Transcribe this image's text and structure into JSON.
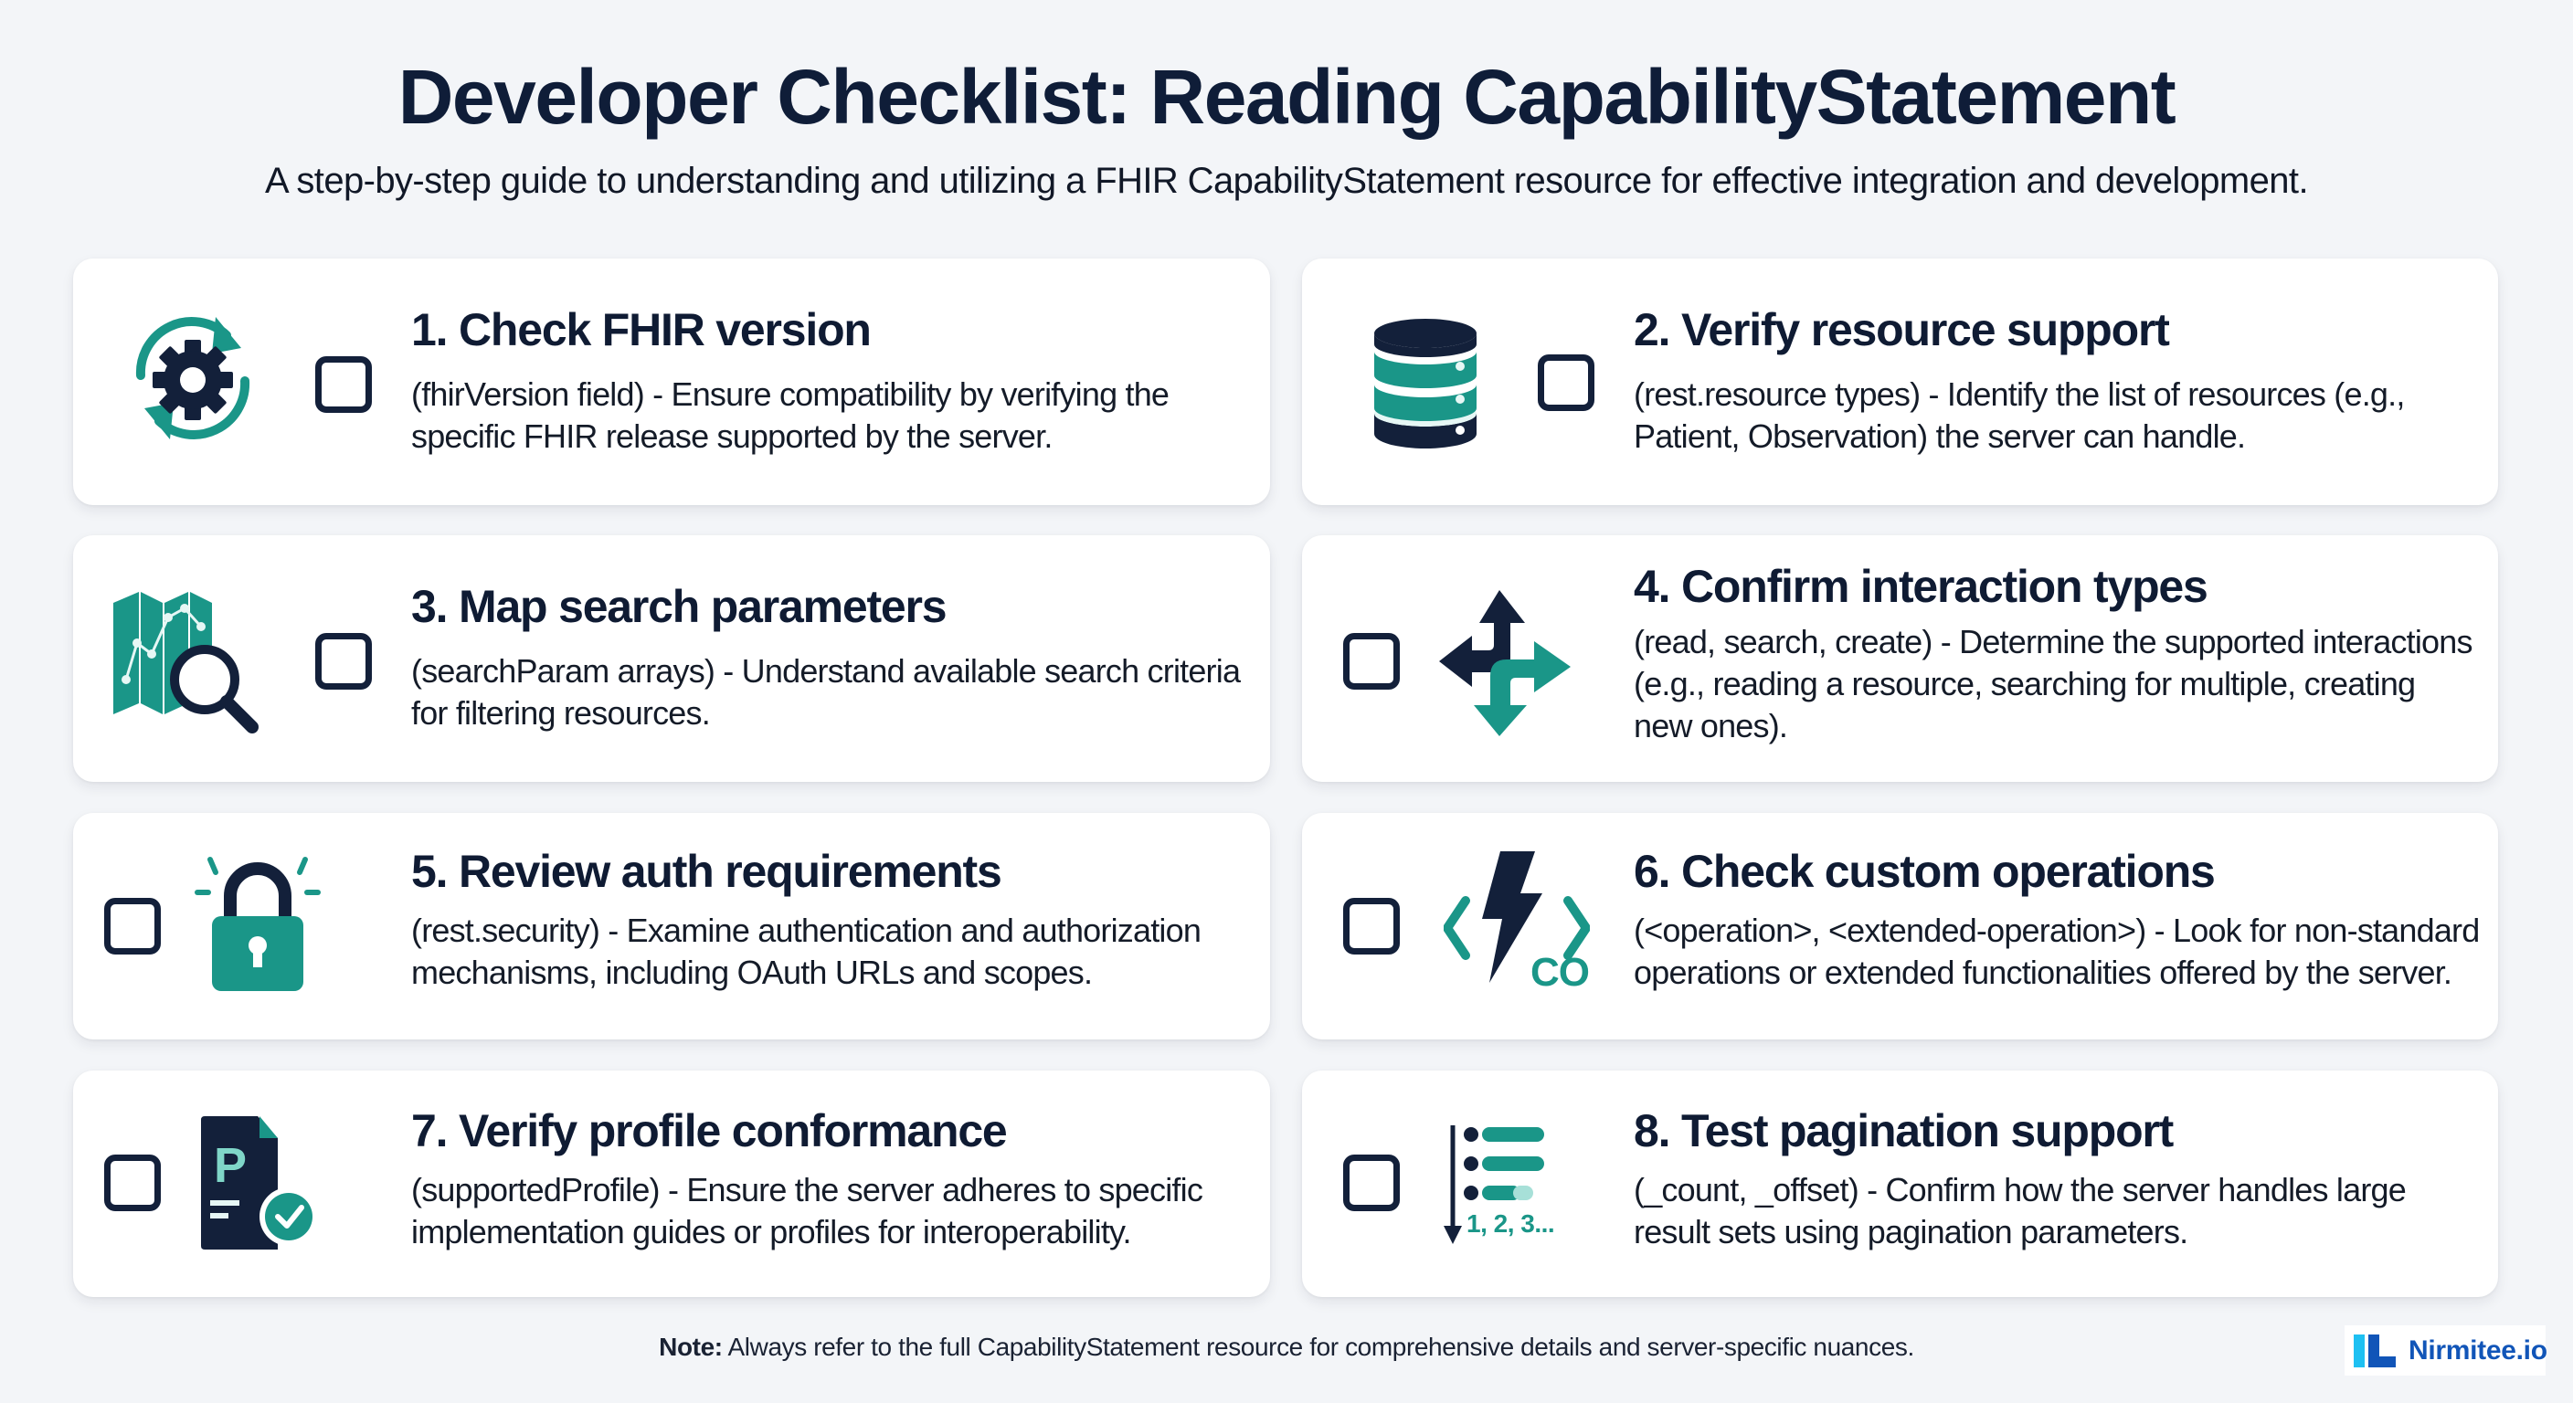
{
  "header": {
    "title": "Developer Checklist: Reading CapabilityStatement",
    "subtitle": "A step-by-step guide to understanding and utilizing a FHIR CapabilityStatement resource for effective integration and development."
  },
  "colors": {
    "navy": "#13203a",
    "teal": "#1a9688",
    "background": "#f3f5f8",
    "card": "#ffffff",
    "brand_blue": "#1155b8",
    "brand_cyan": "#1ec0f2"
  },
  "items": [
    {
      "number": "1",
      "title": "1. Check FHIR version",
      "description": "(fhirVersion field) - Ensure compatibility by verifying the specific FHIR release supported by the server.",
      "icon": "gear-refresh-icon",
      "checked": false
    },
    {
      "number": "2",
      "title": "2. Verify resource support",
      "description": "(rest.resource types) - Identify the list of resources (e.g., Patient, Observation) the server can handle.",
      "icon": "database-icon",
      "checked": false
    },
    {
      "number": "3",
      "title": "3. Map search parameters",
      "description": "(searchParam arrays) - Understand available search criteria for filtering resources.",
      "icon": "map-search-icon",
      "checked": false
    },
    {
      "number": "4",
      "title": "4. Confirm interaction types",
      "description": "(read, search, create) - Determine the supported interactions (e.g., reading a resource, searching for multiple, creating new ones).",
      "icon": "direction-arrows-icon",
      "checked": false
    },
    {
      "number": "5",
      "title": "5. Review auth requirements",
      "description": "(rest.security) - Examine authentication and authorization mechanisms, including OAuth URLs and scopes.",
      "icon": "padlock-icon",
      "checked": false
    },
    {
      "number": "6",
      "title": "6. Check custom operations",
      "description": "(<operation>, <extended-operation>) - Look for non-standard operations or extended functionalities offered by the server.",
      "icon": "code-lightning-icon",
      "icon_label": "CO",
      "checked": false
    },
    {
      "number": "7",
      "title": "7. Verify profile conformance",
      "description": "(supportedProfile) - Ensure the server adheres to specific implementation guides or profiles for interoperability.",
      "icon": "profile-document-check-icon",
      "icon_label": "P",
      "checked": false
    },
    {
      "number": "8",
      "title": "8. Test pagination support",
      "description": "(_count, _offset) - Confirm how the server handles large result sets using pagination parameters.",
      "icon": "paginated-list-icon",
      "icon_label": "1, 2, 3...",
      "checked": false
    }
  ],
  "footer": {
    "note_label": "Note:",
    "note_text": " Always refer to the full CapabilityStatement resource for comprehensive details and server-specific nuances.",
    "brand": "Nirmitee.io"
  }
}
